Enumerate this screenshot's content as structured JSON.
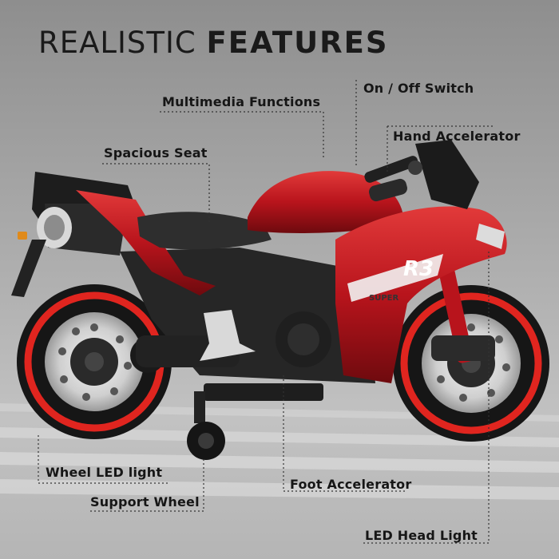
{
  "heading": {
    "light": "REALISTIC ",
    "bold": "FEATURES"
  },
  "features": {
    "multimedia": "Multimedia Functions",
    "on_off": "On / Off Switch",
    "hand_accelerator": "Hand Accelerator",
    "spacious_seat": "Spacious Seat",
    "wheel_led": "Wheel LED light",
    "support_wheel": "Support Wheel",
    "foot_accelerator": "Foot Accelerator",
    "led_head_light": "LED Head Light"
  },
  "bike_badges": {
    "model": "R3",
    "super": "SUPER"
  },
  "colors": {
    "body_red": "#b8141c",
    "dark_red": "#6e0a0e",
    "rim_red": "#e0251f",
    "background": "#a8a8a8"
  }
}
